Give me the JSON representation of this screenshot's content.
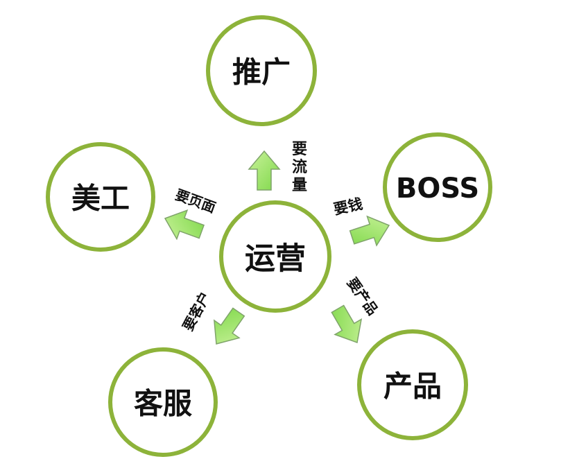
{
  "colors": {
    "circle_stroke": "#8db33a",
    "arrow_fill_light": "#c9f29a",
    "arrow_fill_dark": "#7fd84a",
    "arrow_stroke": "#7fa36a",
    "text": "#111111",
    "background": "#ffffff"
  },
  "center": {
    "label": "运营"
  },
  "nodes": [
    {
      "id": "promotion",
      "label": "推广"
    },
    {
      "id": "design",
      "label": "美工"
    },
    {
      "id": "boss",
      "label": "BOSS"
    },
    {
      "id": "service",
      "label": "客服"
    },
    {
      "id": "product",
      "label": "产品"
    }
  ],
  "edges": [
    {
      "to": "promotion",
      "label": "要流量",
      "chars": [
        "要",
        "流",
        "量"
      ]
    },
    {
      "to": "design",
      "label": "要页面"
    },
    {
      "to": "boss",
      "label": "要钱"
    },
    {
      "to": "service",
      "label": "要客户"
    },
    {
      "to": "product",
      "label": "要产品"
    }
  ]
}
